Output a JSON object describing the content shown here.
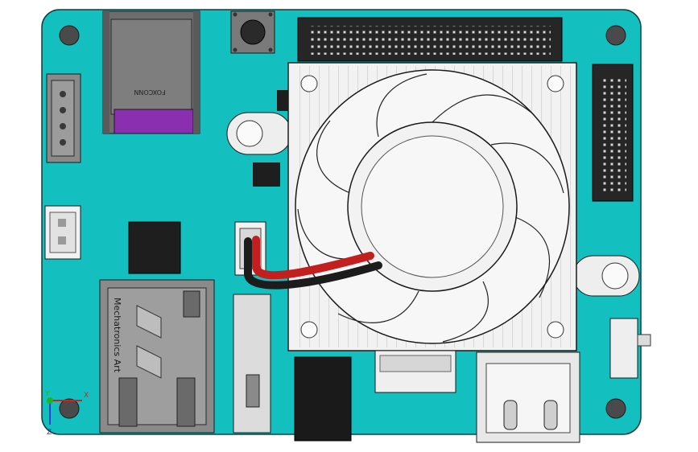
{
  "board": {
    "pcb_color": "#14bfbf",
    "sd_card_brand": "FOXCONN",
    "usb_vertical_text": "Mechatronics Art",
    "axis_labels": {
      "x": "X",
      "y": "Y",
      "z": "Z"
    }
  },
  "colors": {
    "pcb": "#14bfbf",
    "hole": "#4a4a4a",
    "fan_frame": "#f2f2f2",
    "wire_red": "#c41f1f",
    "wire_black": "#1c1c1c",
    "connector_dark": "#262626",
    "sd_purple": "#8a2fb0",
    "metal_gray": "#8c8c8c"
  },
  "icons": [
    "mounting-hole",
    "fan",
    "usb-a-port",
    "usb-c-port",
    "sd-card-slot",
    "gpio-header",
    "axis-triad"
  ]
}
